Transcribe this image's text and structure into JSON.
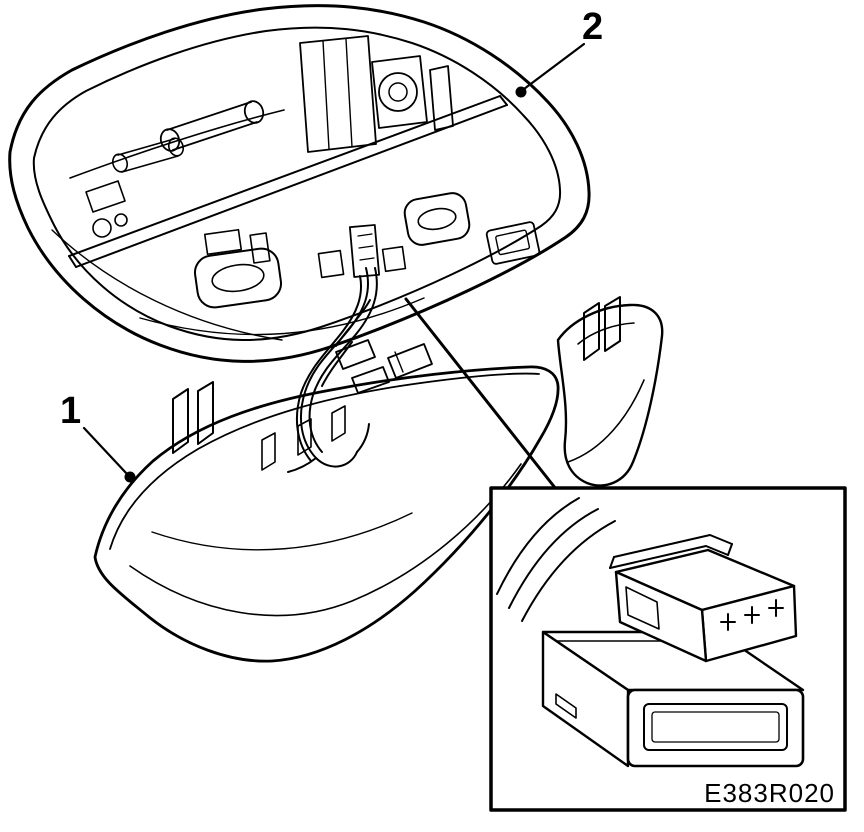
{
  "figure": {
    "colors": {
      "line": "#000000",
      "background": "#ffffff"
    },
    "parts": [
      {
        "label": "1"
      },
      {
        "label": "2"
      }
    ],
    "inset": {
      "code": "E383R020"
    }
  }
}
